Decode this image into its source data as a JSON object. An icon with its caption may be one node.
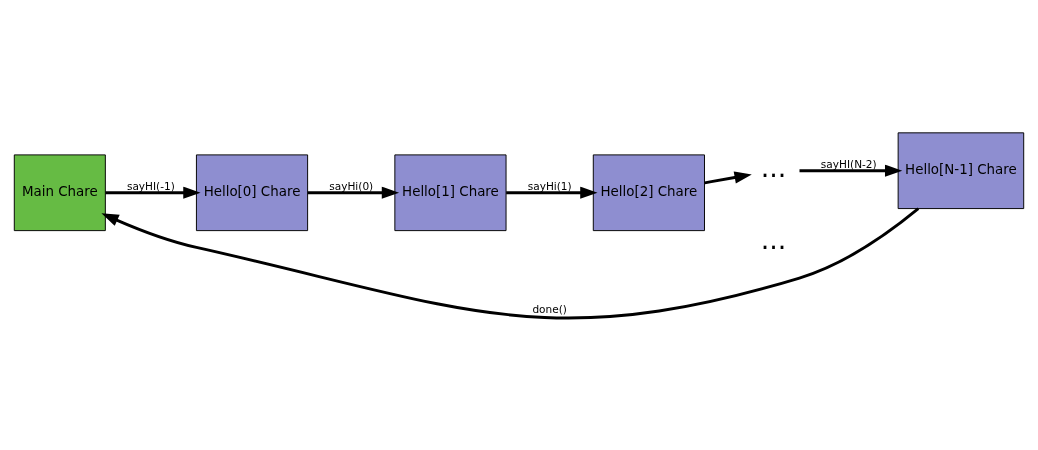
{
  "diagram": {
    "nodes": [
      {
        "text": [
          "Main Chare"
        ]
      },
      {
        "text": [
          "Hello[0] Chare"
        ]
      },
      {
        "text": [
          "Hello[1] Chare"
        ]
      },
      {
        "text": [
          "Hello[2] Chare"
        ]
      },
      {
        "text": [
          "..."
        ]
      },
      {
        "text": [
          "Hello[N-1] Chare"
        ]
      }
    ],
    "edges": [
      {
        "from": 0,
        "to": 1,
        "arrow": "to",
        "label": "sayHI(-1)"
      },
      {
        "from": 1,
        "to": 2,
        "arrow": "to",
        "label": "sayHi(0)"
      },
      {
        "from": 2,
        "to": 3,
        "arrow": "to",
        "label": "sayHi(1)"
      },
      {
        "from": 3,
        "to": 4,
        "arrow": "to"
      },
      {
        "from": 4,
        "to": 5,
        "arrow": "to",
        "label": "sayHI(N-2)"
      },
      {
        "from": 5,
        "to": 0,
        "arrow": "to",
        "label": "done()"
      }
    ],
    "labels": [
      "..."
    ]
  }
}
